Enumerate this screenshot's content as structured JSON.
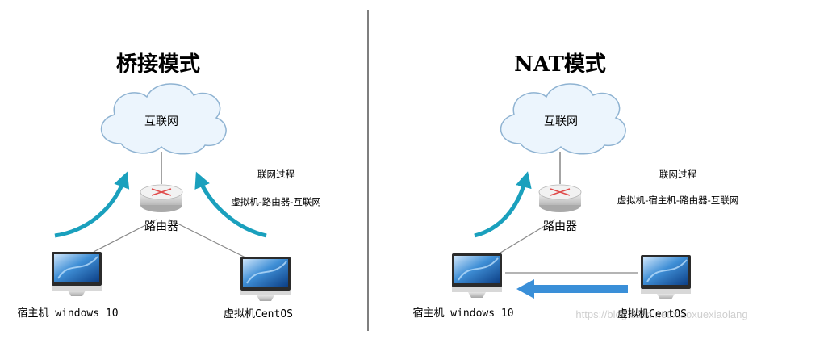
{
  "panels": [
    {
      "id": "bridge",
      "title": "桥接模式",
      "cloud_label": "互联网",
      "router_label": "路由器",
      "host_label": "宿主机 windows 10",
      "vm_label": "虚拟机CentOS",
      "process_title": "联网过程",
      "process_path": "虚拟机-路由器-互联网"
    },
    {
      "id": "nat",
      "title": "NAT模式",
      "cloud_label": "互联网",
      "router_label": "路由器",
      "host_label": "宿主机 windows 10",
      "vm_label": "虚拟机CentOS",
      "process_title": "联网过程",
      "process_path": "虚拟机-宿主机-路由器-互联网"
    }
  ],
  "watermark": "https://blog.csdn.net/xiaoxuexiaolang",
  "colors": {
    "arrow_teal": "#1aa0bd",
    "arrow_blue": "#3a8fd8",
    "divider": "#555555",
    "cloud_fill": "#ecf5fd",
    "cloud_stroke": "#8fb3d2"
  }
}
